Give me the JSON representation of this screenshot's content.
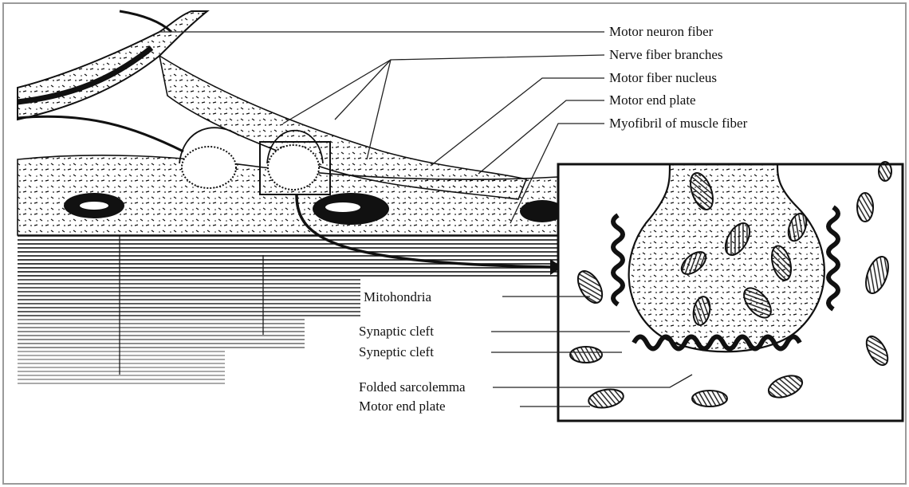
{
  "labels_top": [
    "Motor neuron fiber",
    "Nerve fiber branches",
    "Motor fiber nucleus",
    "Motor end plate",
    "Myofibril of muscle fiber"
  ],
  "labels_bottom": [
    "Mitohondria",
    "Synaptic cleft",
    "Syneptic cleft",
    "Folded sarcolemma",
    "Motor end plate"
  ],
  "colors": {
    "ink": "#111111",
    "background": "#ffffff",
    "frame": "#9a9a9a"
  }
}
